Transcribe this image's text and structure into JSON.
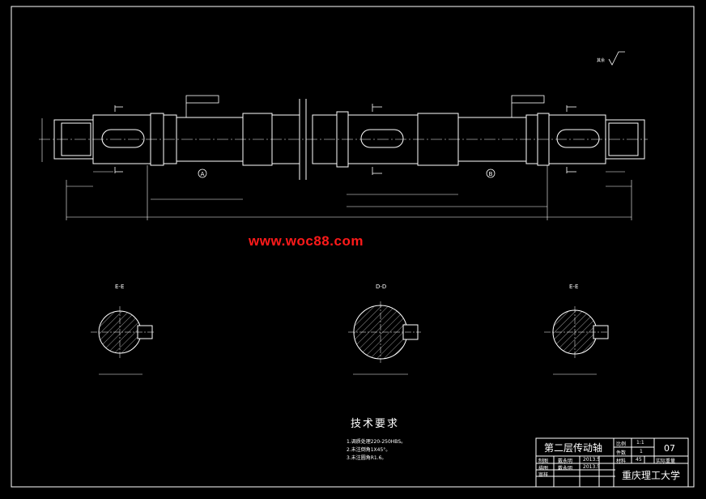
{
  "watermark": "www.woc88.com",
  "technical_requirements": {
    "title": "技术要求",
    "items": [
      "1.调质处理220-250HBS。",
      "2.未注倒角1X45°。",
      "3.未注圆角R1.6。"
    ]
  },
  "section_labels": {
    "left": "E-E",
    "middle": "D-D",
    "right": "E-E"
  },
  "datum_labels": {
    "a": "A",
    "b": "B"
  },
  "title_block": {
    "part_name": "第二层传动轴",
    "scale_label": "比例",
    "scale_value": "1:1",
    "qty_label": "件数",
    "qty_value": "1",
    "drawing_no": "07",
    "drawn_label": "制图",
    "drawn_name": "戴永明",
    "drawn_date": "2013.5",
    "material_label": "材料",
    "material_value": "45",
    "weight_label": "实际重量",
    "check_label": "描图",
    "check_name": "戴永明",
    "check_date": "2013.5",
    "review_label": "审核",
    "school": "重庆理工大学"
  }
}
